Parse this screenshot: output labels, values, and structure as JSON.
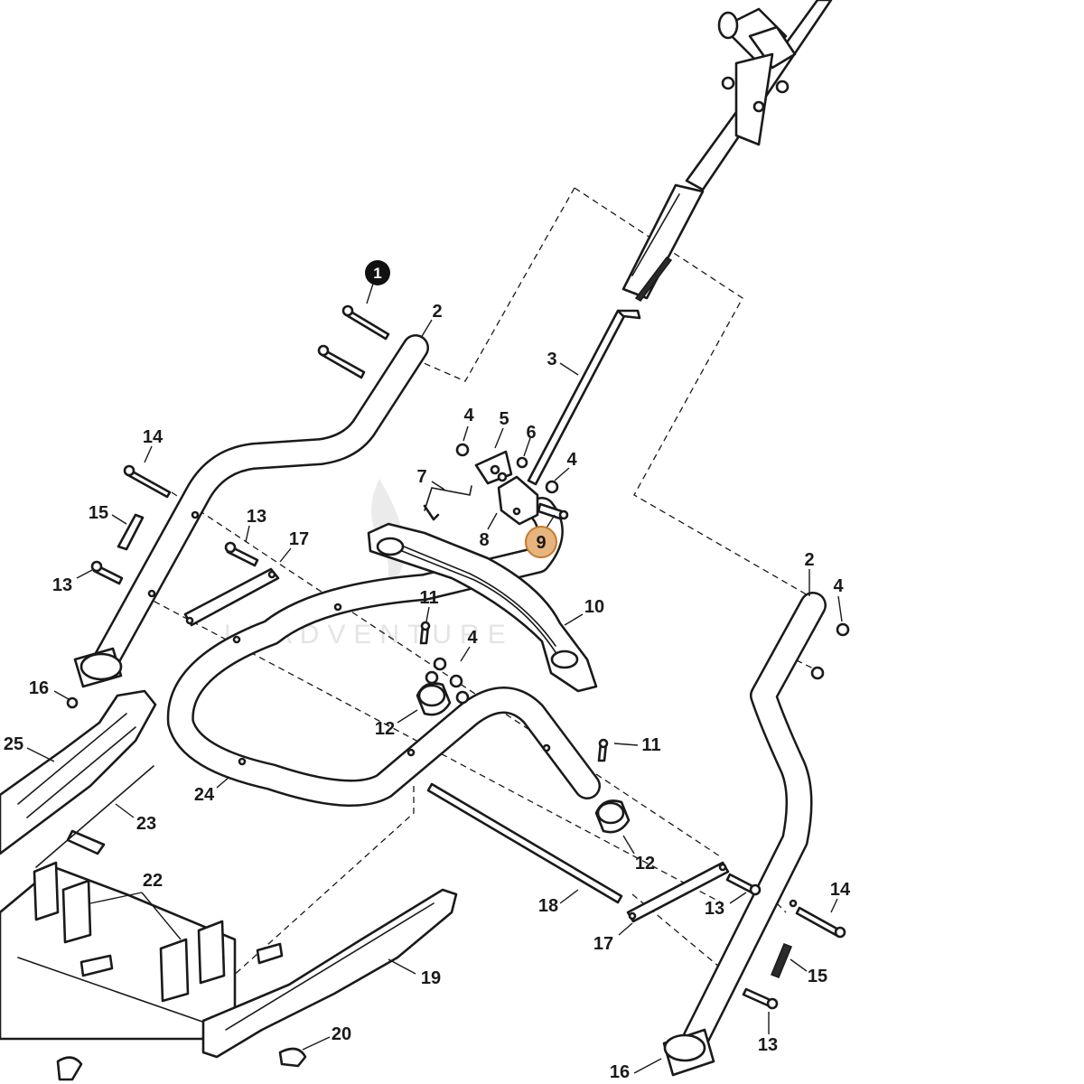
{
  "diagram": {
    "watermark": "LEADVENTURE",
    "callout_marker": "1",
    "highlight_color": "#e8b47e",
    "highlight_stroke": "#c8782c",
    "callouts": [
      {
        "id": "2-top",
        "label": "2"
      },
      {
        "id": "3",
        "label": "3"
      },
      {
        "id": "4-a",
        "label": "4"
      },
      {
        "id": "5",
        "label": "5"
      },
      {
        "id": "6",
        "label": "6"
      },
      {
        "id": "4-b",
        "label": "4"
      },
      {
        "id": "7",
        "label": "7"
      },
      {
        "id": "8",
        "label": "8"
      },
      {
        "id": "9",
        "label": "9"
      },
      {
        "id": "14-left",
        "label": "14"
      },
      {
        "id": "15-left",
        "label": "15"
      },
      {
        "id": "13-upper",
        "label": "13"
      },
      {
        "id": "17-upper",
        "label": "17"
      },
      {
        "id": "13-left",
        "label": "13"
      },
      {
        "id": "10",
        "label": "10"
      },
      {
        "id": "11-upper",
        "label": "11"
      },
      {
        "id": "4-c",
        "label": "4"
      },
      {
        "id": "2-right",
        "label": "2"
      },
      {
        "id": "4-d",
        "label": "4"
      },
      {
        "id": "16-left",
        "label": "16"
      },
      {
        "id": "12-upper",
        "label": "12"
      },
      {
        "id": "25",
        "label": "25"
      },
      {
        "id": "11-lower",
        "label": "11"
      },
      {
        "id": "24",
        "label": "24"
      },
      {
        "id": "23",
        "label": "23"
      },
      {
        "id": "12-lower",
        "label": "12"
      },
      {
        "id": "22",
        "label": "22"
      },
      {
        "id": "14-right",
        "label": "14"
      },
      {
        "id": "18",
        "label": "18"
      },
      {
        "id": "13-right",
        "label": "13"
      },
      {
        "id": "17-lower",
        "label": "17"
      },
      {
        "id": "15-right",
        "label": "15"
      },
      {
        "id": "19",
        "label": "19"
      },
      {
        "id": "13-lower",
        "label": "13"
      },
      {
        "id": "20",
        "label": "20"
      },
      {
        "id": "16-right",
        "label": "16"
      }
    ]
  }
}
